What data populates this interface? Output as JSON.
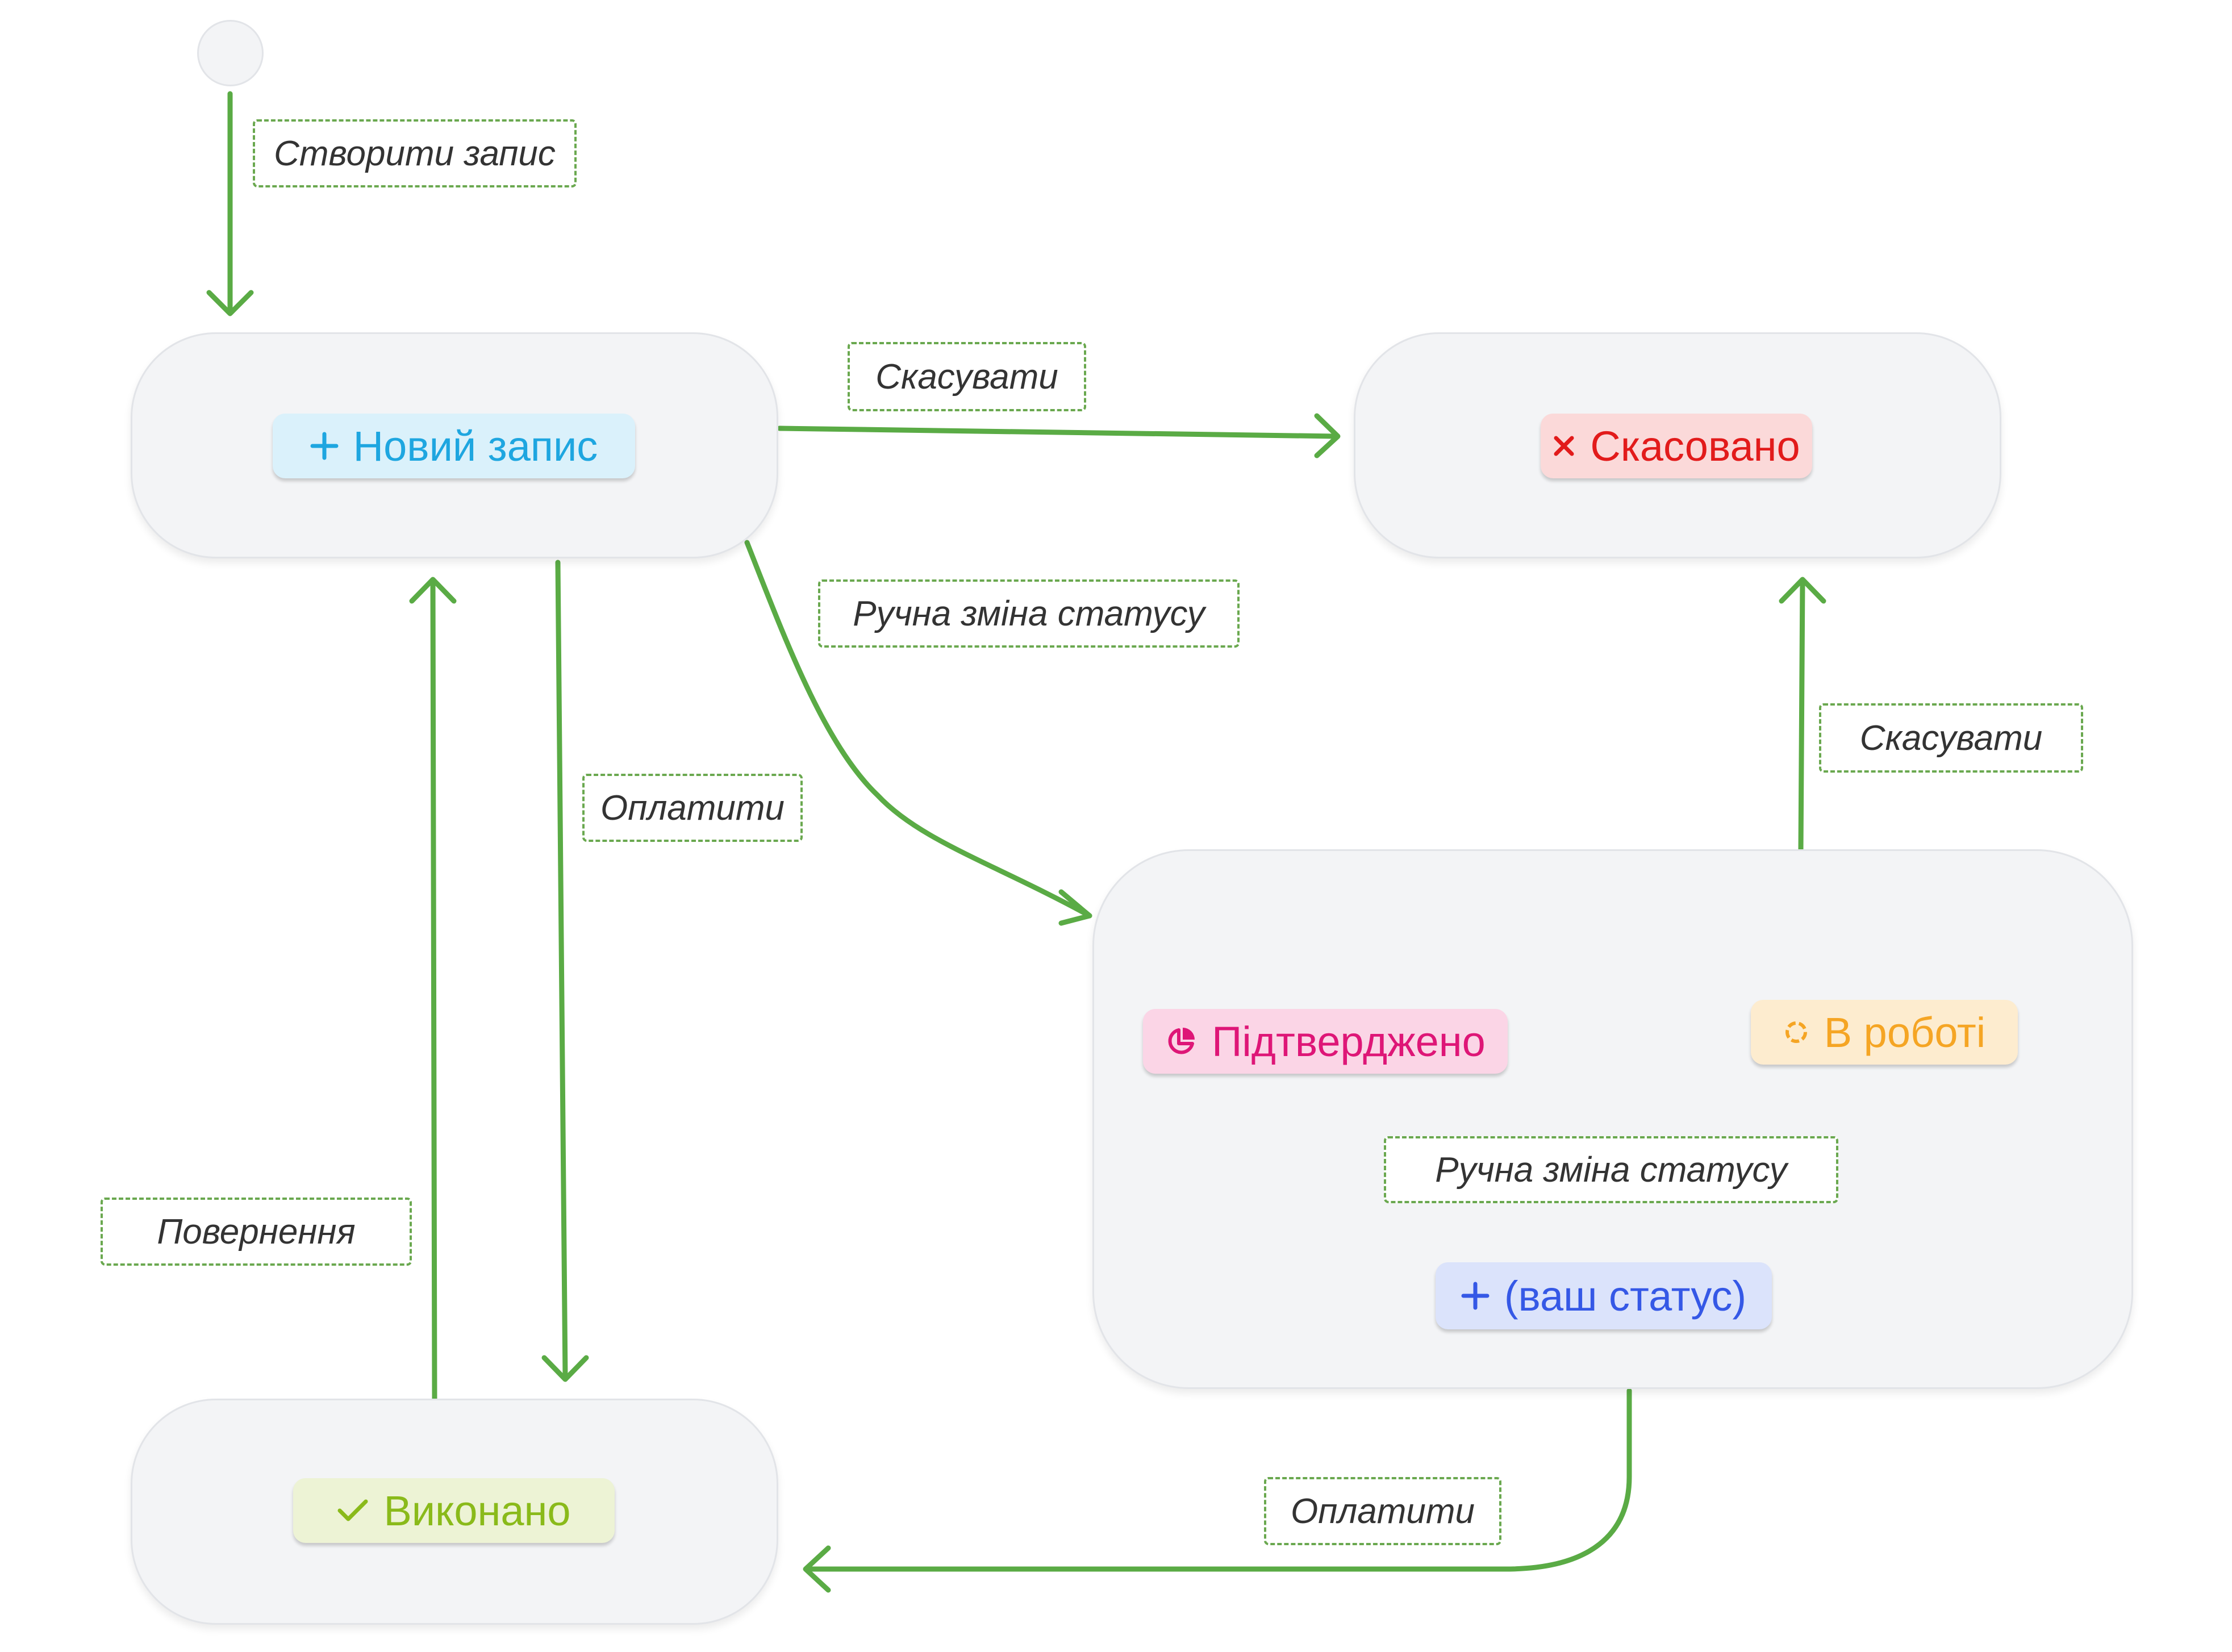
{
  "colors": {
    "arrow": "#5aab45",
    "label_border": "#6aa84f",
    "node_fill": "#f3f4f6",
    "new_text": "#1ea6e0",
    "new_bg": "#daf1fb",
    "cancelled_text": "#e21b1b",
    "cancelled_bg": "#fbd9d9",
    "confirmed_text": "#de1677",
    "confirmed_bg": "#fbd5e6",
    "inwork_text": "#f5a524",
    "inwork_bg": "#fdeccf",
    "custom_text": "#3558e6",
    "custom_bg": "#dbe3fb",
    "done_text": "#8aba1a",
    "done_bg": "#edf3d5"
  },
  "statuses": {
    "new": {
      "label": "Новий запис",
      "icon": "plus-icon"
    },
    "cancelled": {
      "label": "Скасовано",
      "icon": "cross-icon"
    },
    "confirmed": {
      "label": "Підтверджено",
      "icon": "pie-chart-icon"
    },
    "in_work": {
      "label": "В роботі",
      "icon": "spinner-icon"
    },
    "custom": {
      "label": "(ваш статус)",
      "icon": "plus-icon"
    },
    "done": {
      "label": "Виконано",
      "icon": "check-icon"
    }
  },
  "transitions": {
    "create": "Створити запис",
    "cancel_top": "Скасувати",
    "manual_main": "Ручна зміна статусу",
    "pay_left": "Оплатити",
    "return": "Повернення",
    "cancel_right": "Скасувати",
    "manual_group": "Ручна зміна статусу",
    "pay_bottom": "Оплатити"
  }
}
